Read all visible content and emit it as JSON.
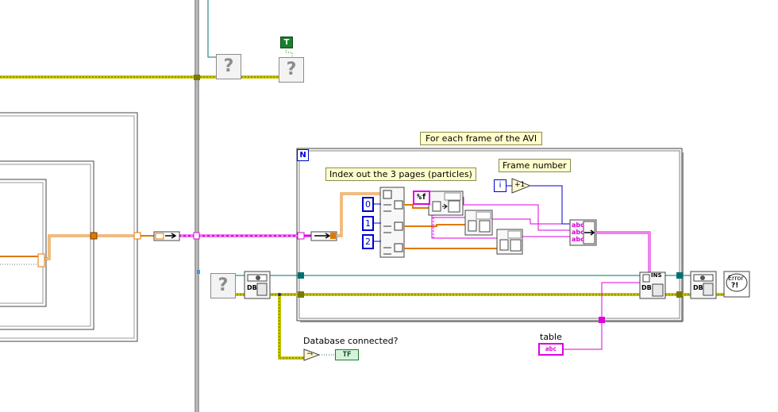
{
  "diagram": {
    "loop_label": "For each frame of the AVI",
    "index_note": "Index out the 3 pages (particles)",
    "frame_note": "Frame number",
    "count_terminal": "N",
    "iteration_terminal": "i",
    "index_constants": [
      "0",
      "1",
      "2"
    ],
    "format_constant": "%f",
    "question_glyph": "?",
    "true_constant": "T",
    "db_connected_label": "Database connected?",
    "db_connected_indicator": "TF",
    "table_label": "table",
    "table_control": "abc",
    "db_label": "DB",
    "error_label": "Error",
    "error_mark": "?!",
    "insert_label": "INS",
    "string_tag": "abc",
    "not_symbol": "¬",
    "increment_symbol": "+1"
  },
  "colors": {
    "error_wire": "#c8c800",
    "string_wire": "#e000e0",
    "numeric_wire": "#e07800",
    "dbl_wire": "#e07800",
    "refnum_wire": "#007070",
    "boolean_wire": "#1a7f2e",
    "int_wire": "#0000cc"
  }
}
